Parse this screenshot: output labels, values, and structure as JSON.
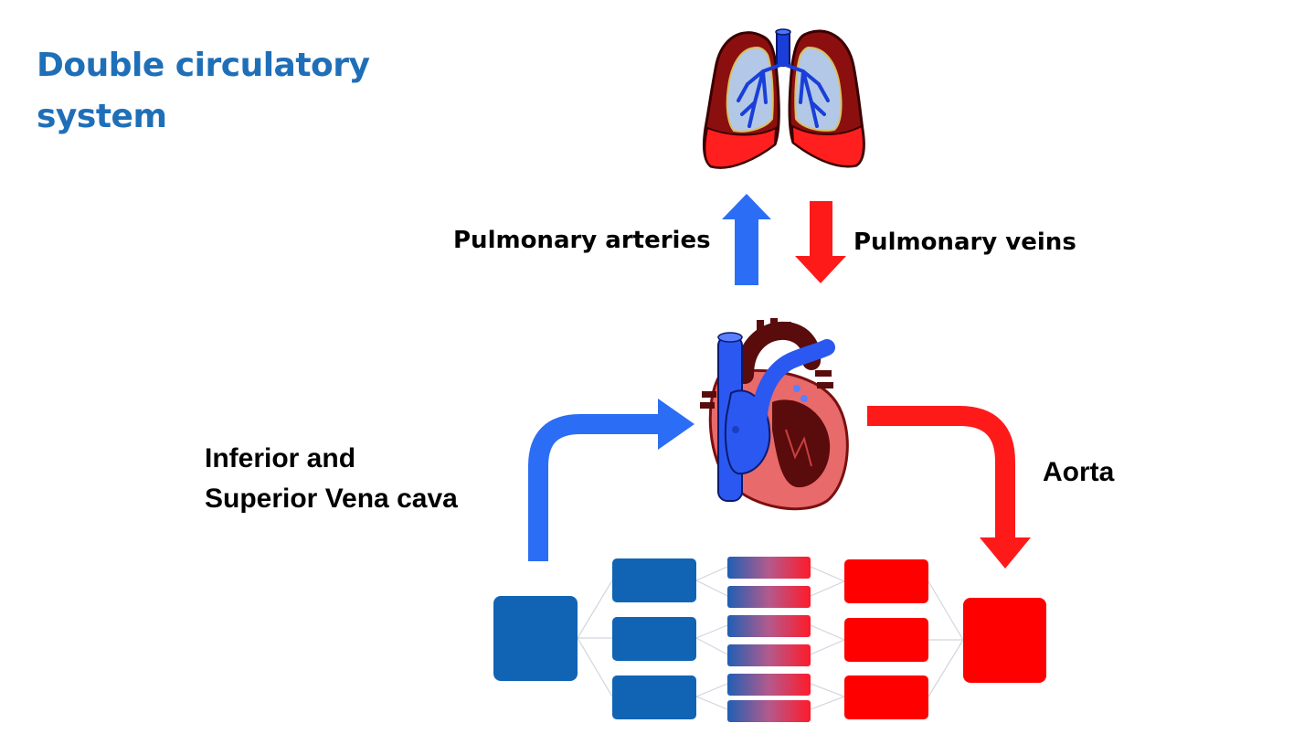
{
  "title": {
    "line1": "Double circulatory",
    "line2": "system"
  },
  "labels": {
    "pulmonary_arteries": "Pulmonary arteries",
    "pulmonary_veins": "Pulmonary veins",
    "vena_cava_line1": "Inferior and",
    "vena_cava_line2": "Superior Vena cava",
    "aorta": "Aorta"
  },
  "icons": [
    "lungs-icon",
    "heart-icon"
  ],
  "colors": {
    "title": "#1f6fb8",
    "deoxygenated_blue": "#2b6ef5",
    "oxygenated_red": "#ff1a1a",
    "network_blue": "#1164b4",
    "network_red": "#ff0000",
    "lung_dark": "#8b0a0a",
    "lung_light": "#b3c8e6"
  }
}
